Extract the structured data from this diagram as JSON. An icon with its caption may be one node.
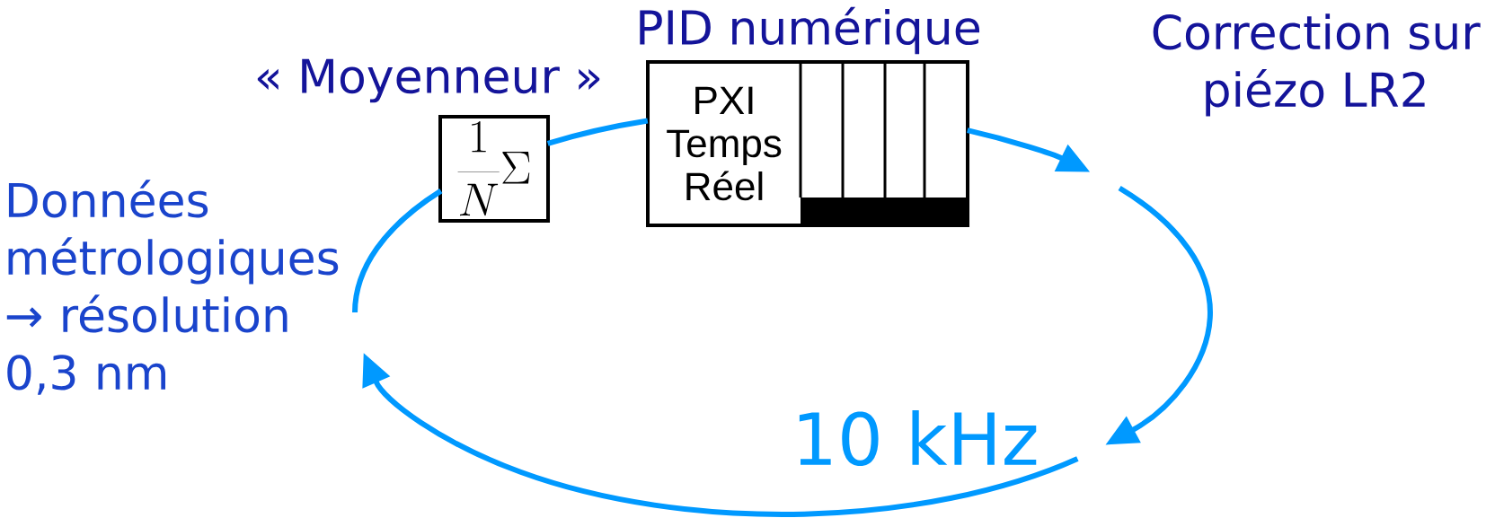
{
  "diagram": {
    "nodes": [
      {
        "text": [
          "Données métrologiques → résolution 0,3 nm"
        ]
      },
      {
        "text": [
          "« Moyenneur »",
          "\\frac{1}{N}\\Sigma"
        ]
      },
      {
        "text": [
          "PID numérique",
          "PXI Temps Réel"
        ]
      },
      {
        "text": [
          "Correction sur piézo LR2"
        ]
      },
      {
        "text": [
          "10 kHz"
        ]
      }
    ],
    "edges": [
      {
        "from": 0,
        "to": 1,
        "arrow": "none"
      },
      {
        "from": 1,
        "to": 2,
        "arrow": "none"
      },
      {
        "from": 2,
        "to": 3,
        "arrow": "to"
      },
      {
        "from": 3,
        "to": 4,
        "arrow": "to"
      },
      {
        "from": 4,
        "to": 0,
        "arrow": "to"
      }
    ]
  }
}
